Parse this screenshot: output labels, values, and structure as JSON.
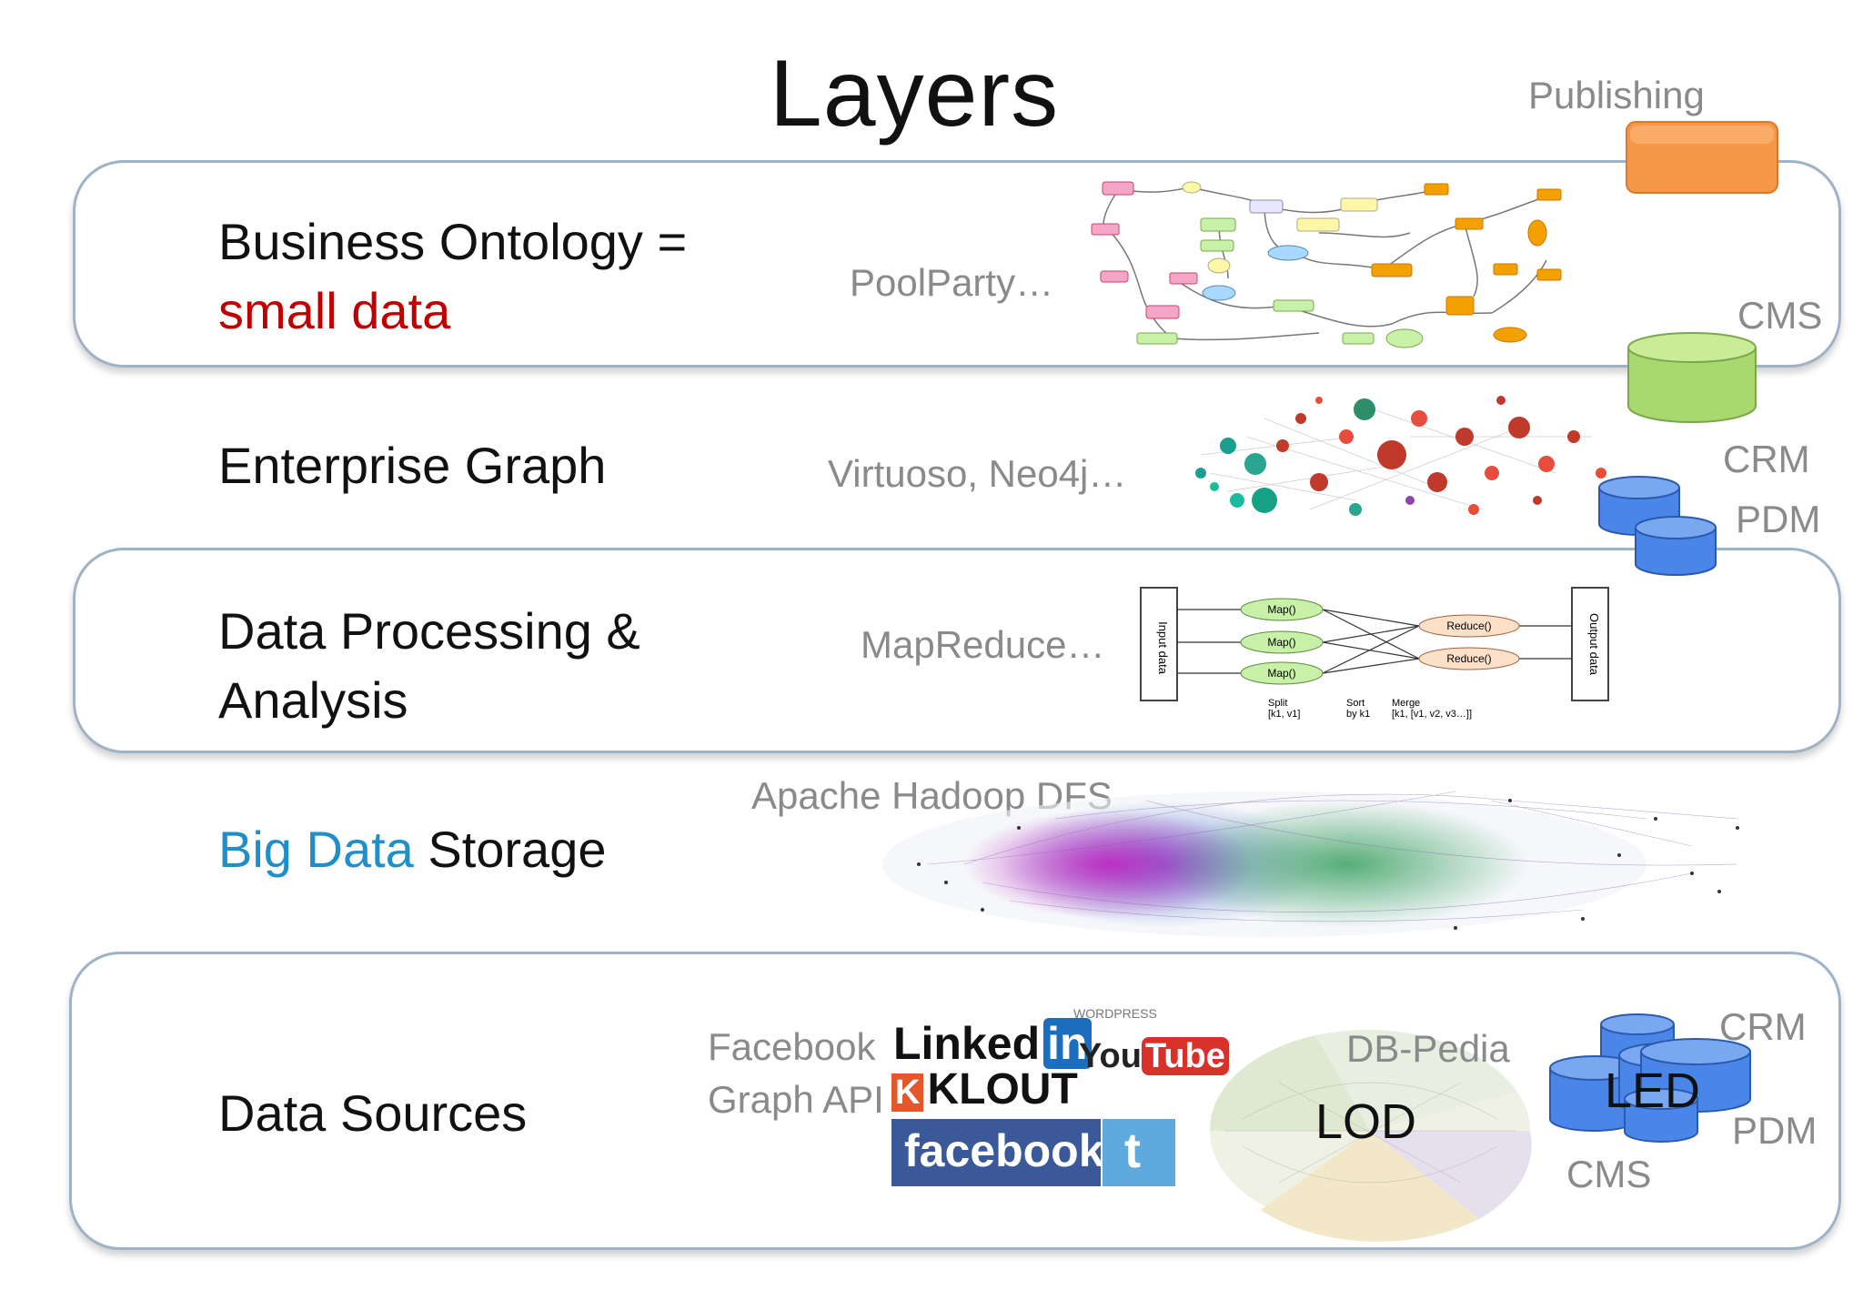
{
  "title": "Layers",
  "layers": [
    {
      "label": "Business Ontology =",
      "label2": "small data",
      "tool": "PoolParty…"
    },
    {
      "label": "Enterprise Graph",
      "tool": "Virtuoso, Neo4j…"
    },
    {
      "label": "Data Processing &",
      "label2": "Analysis",
      "tool": "MapReduce…"
    },
    {
      "label_accent": "Big Data",
      "label_rest": " Storage",
      "tool": "Apache Hadoop DFS"
    },
    {
      "label": "Data Sources",
      "tool": "Facebook",
      "tool2": "Graph API"
    }
  ],
  "side": {
    "publishing": "Publishing",
    "cms_top": "CMS",
    "crm_mid": "CRM",
    "pdm_mid": "PDM",
    "crm_bottom": "CRM",
    "pdm_bottom": "PDM",
    "cms_bottom": "CMS"
  },
  "sources": {
    "dbpedia": "DB-Pedia",
    "lod": "LOD",
    "led": "LED"
  },
  "mapreduce": {
    "input": "Input data",
    "output": "Output data",
    "map": "Map()",
    "reduce": "Reduce()",
    "split": "Split",
    "split2": "[k1, v1]",
    "sort": "Sort",
    "sort2": "by k1",
    "merge": "Merge",
    "merge2": "[k1, [v1, v2, v3…]]"
  },
  "logos": {
    "linkedin": "Linked",
    "linkedin_in": "in",
    "klout_k": "K",
    "klout": "KLOUT",
    "youtube_you": "You",
    "youtube_tube": "Tube",
    "facebook": "facebook",
    "wordpress": "WORDPRESS",
    "twitter": "t"
  },
  "colors": {
    "band_border": "#9fb3c8",
    "accent_red": "#c00000",
    "accent_blue": "#1f8ec9",
    "publishing_box": "#f79646",
    "cms_cylinder": "#a9d86e",
    "db_cylinder": "#4a86e8"
  }
}
